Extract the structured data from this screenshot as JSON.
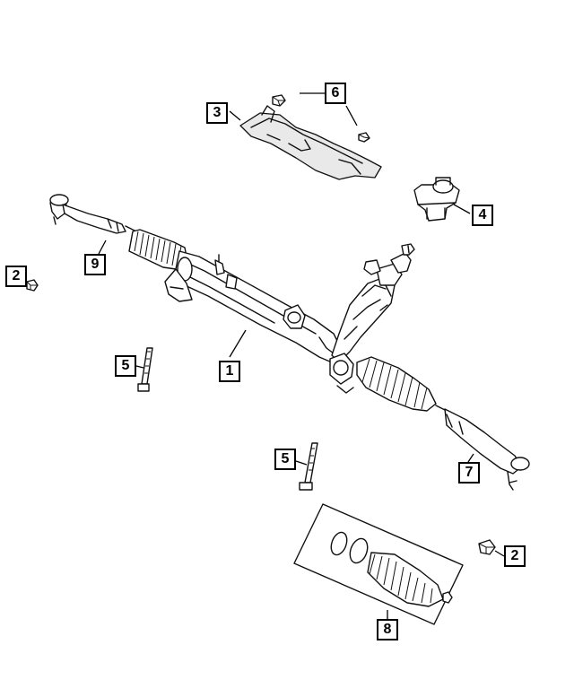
{
  "callouts": [
    {
      "id": "c1",
      "number": "1",
      "part": "steering-gear-rack"
    },
    {
      "id": "c2a",
      "number": "2",
      "part": "nut"
    },
    {
      "id": "c2b",
      "number": "2",
      "part": "nut"
    },
    {
      "id": "c3",
      "number": "3",
      "part": "heat-shield"
    },
    {
      "id": "c4",
      "number": "4",
      "part": "isolator"
    },
    {
      "id": "c5a",
      "number": "5",
      "part": "bolt"
    },
    {
      "id": "c5b",
      "number": "5",
      "part": "bolt"
    },
    {
      "id": "c6",
      "number": "6",
      "part": "nut"
    },
    {
      "id": "c7",
      "number": "7",
      "part": "outer-tie-rod-end-right"
    },
    {
      "id": "c8",
      "number": "8",
      "part": "boot-kit"
    },
    {
      "id": "c9",
      "number": "9",
      "part": "outer-tie-rod-end-left"
    }
  ],
  "colors": {
    "line": "#111111",
    "shade": "#e9e9e9",
    "background": "#ffffff"
  }
}
